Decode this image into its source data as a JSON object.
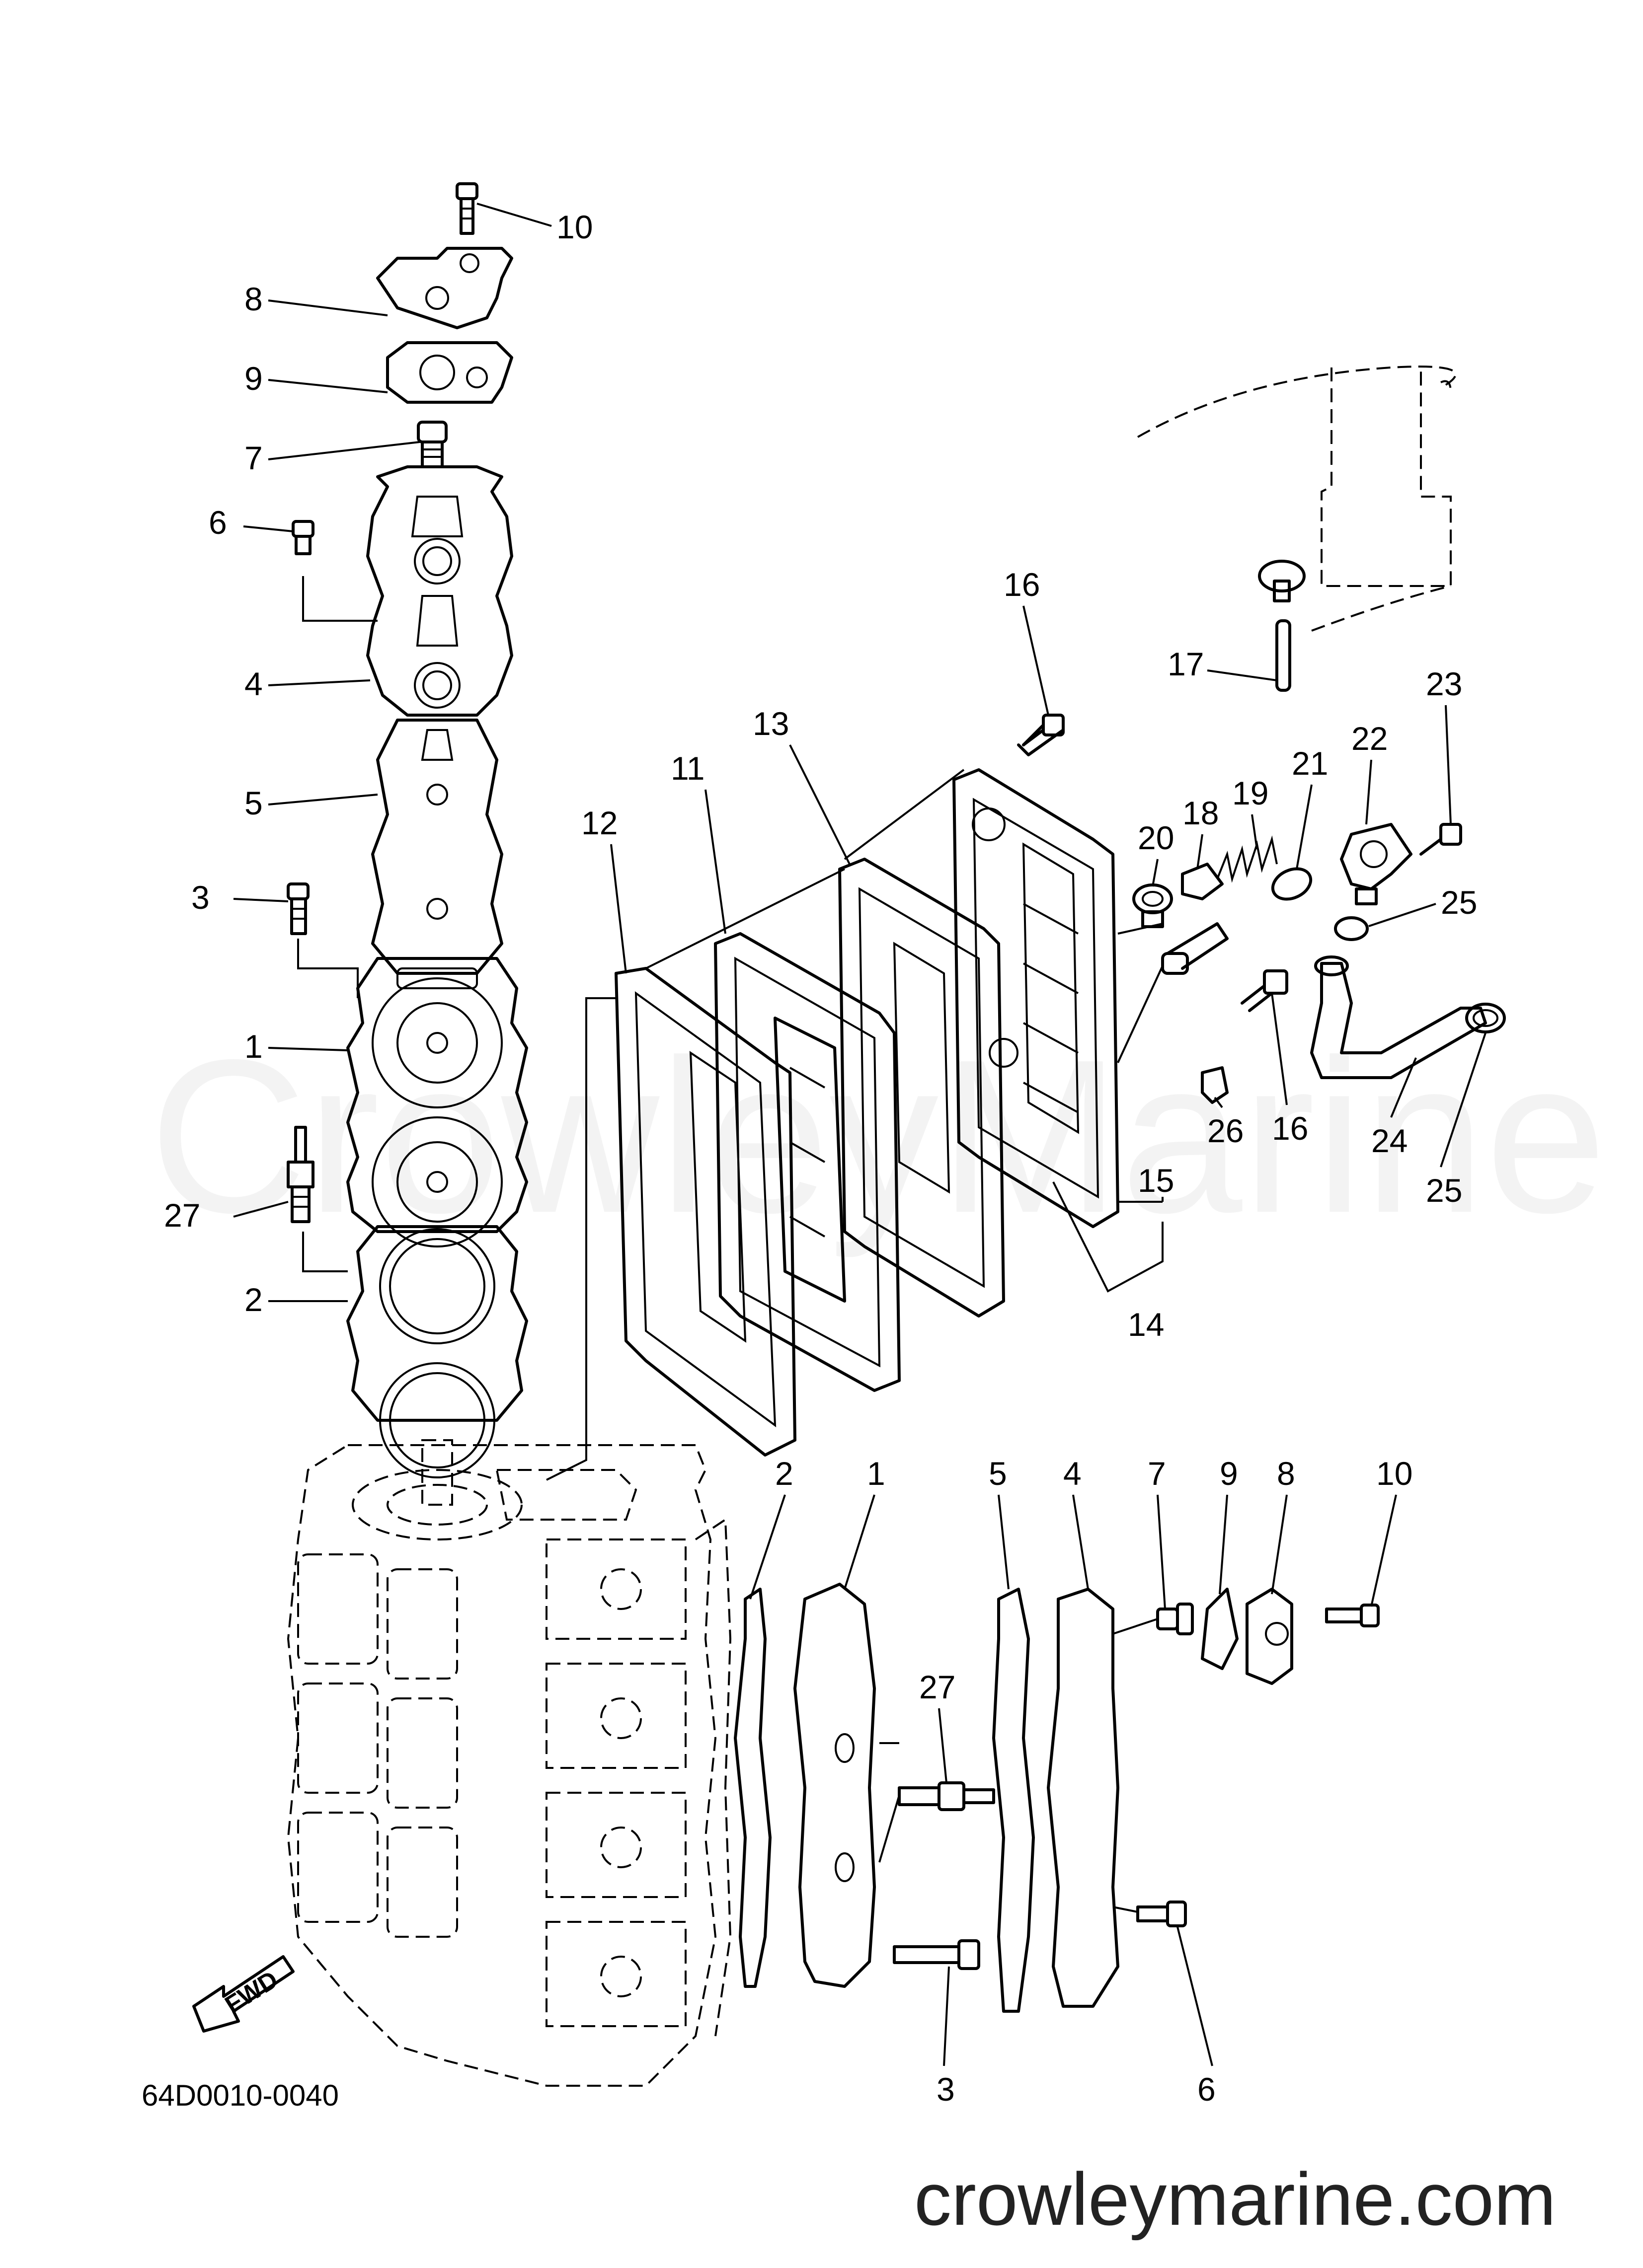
{
  "diagram": {
    "watermark": "CrowleyMarine",
    "part_code": "64D0010-0040",
    "website": "crowleymarine.com",
    "fwd_label": "FWD",
    "callouts": [
      {
        "id": "c-10-top",
        "text": "10"
      },
      {
        "id": "c-8-top",
        "text": "8"
      },
      {
        "id": "c-9-top",
        "text": "9"
      },
      {
        "id": "c-7-top",
        "text": "7"
      },
      {
        "id": "c-6-top",
        "text": "6"
      },
      {
        "id": "c-4-top",
        "text": "4"
      },
      {
        "id": "c-5-top",
        "text": "5"
      },
      {
        "id": "c-3-top",
        "text": "3"
      },
      {
        "id": "c-1-top",
        "text": "1"
      },
      {
        "id": "c-27-top",
        "text": "27"
      },
      {
        "id": "c-2-top",
        "text": "2"
      },
      {
        "id": "c-16-a",
        "text": "16"
      },
      {
        "id": "c-13",
        "text": "13"
      },
      {
        "id": "c-11",
        "text": "11"
      },
      {
        "id": "c-12",
        "text": "12"
      },
      {
        "id": "c-17",
        "text": "17"
      },
      {
        "id": "c-23",
        "text": "23"
      },
      {
        "id": "c-22",
        "text": "22"
      },
      {
        "id": "c-21",
        "text": "21"
      },
      {
        "id": "c-19",
        "text": "19"
      },
      {
        "id": "c-18",
        "text": "18"
      },
      {
        "id": "c-20",
        "text": "20"
      },
      {
        "id": "c-25-a",
        "text": "25"
      },
      {
        "id": "c-16-b",
        "text": "16"
      },
      {
        "id": "c-26",
        "text": "26"
      },
      {
        "id": "c-24",
        "text": "24"
      },
      {
        "id": "c-25-b",
        "text": "25"
      },
      {
        "id": "c-15",
        "text": "15"
      },
      {
        "id": "c-14",
        "text": "14"
      },
      {
        "id": "c-2-low",
        "text": "2"
      },
      {
        "id": "c-1-low",
        "text": "1"
      },
      {
        "id": "c-5-low",
        "text": "5"
      },
      {
        "id": "c-4-low",
        "text": "4"
      },
      {
        "id": "c-7-low",
        "text": "7"
      },
      {
        "id": "c-9-low",
        "text": "9"
      },
      {
        "id": "c-8-low",
        "text": "8"
      },
      {
        "id": "c-10-low",
        "text": "10"
      },
      {
        "id": "c-27-low",
        "text": "27"
      },
      {
        "id": "c-3-low",
        "text": "3"
      },
      {
        "id": "c-6-low",
        "text": "6"
      }
    ]
  }
}
